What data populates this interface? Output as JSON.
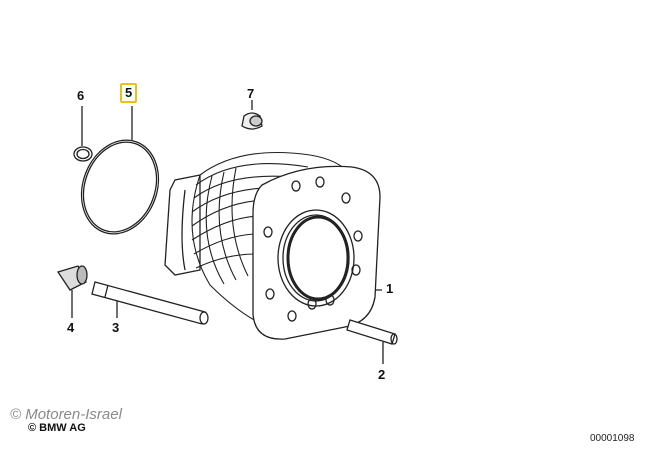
{
  "diagram": {
    "callouts": [
      {
        "number": "1",
        "selected": false
      },
      {
        "number": "2",
        "selected": false
      },
      {
        "number": "3",
        "selected": false
      },
      {
        "number": "4",
        "selected": false
      },
      {
        "number": "5",
        "selected": true
      },
      {
        "number": "6",
        "selected": false
      },
      {
        "number": "7",
        "selected": false
      }
    ],
    "highlight_color": "#e8c21a"
  },
  "footer": {
    "watermark": "© Motoren-Israel",
    "copyright": "© BMW AG",
    "diagram_code": "00001098"
  }
}
